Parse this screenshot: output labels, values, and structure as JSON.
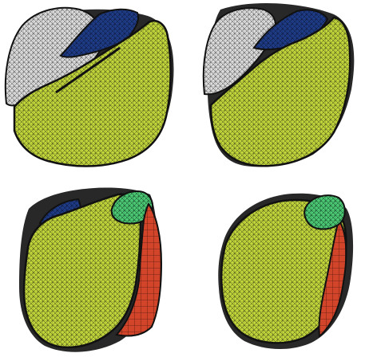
{
  "figure": {
    "panels": [
      {
        "view": "top-left",
        "regions": [
          "outer-shell",
          "blue-region",
          "green-body"
        ]
      },
      {
        "view": "top-right",
        "regions": [
          "outer-shell",
          "blue-region",
          "green-body"
        ]
      },
      {
        "view": "bottom-left",
        "regions": [
          "blue-region",
          "green-body",
          "light-green-patch",
          "red-region"
        ]
      },
      {
        "view": "bottom-right",
        "regions": [
          "green-body",
          "light-green-patch",
          "red-region"
        ]
      }
    ],
    "colors": {
      "green": "#c8dc3c",
      "blue": "#1f3d8a",
      "gray": "#d6d6d6",
      "red": "#d2452a",
      "light_green": "#4fcf78",
      "outline": "#111111"
    }
  }
}
